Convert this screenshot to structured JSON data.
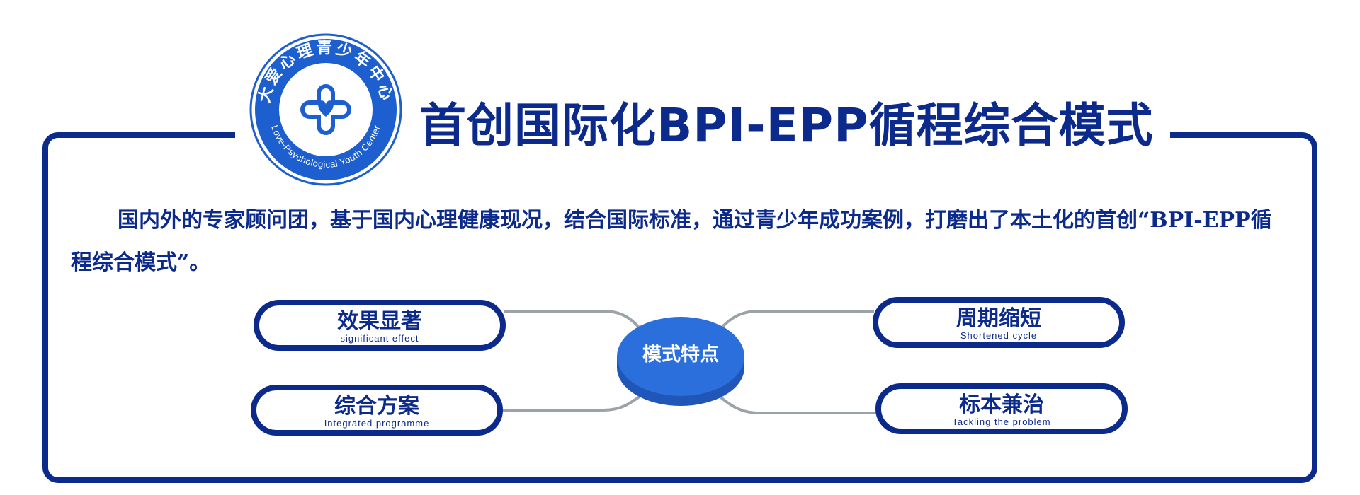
{
  "title": "首创国际化BPI-EPP循程综合模式",
  "logo": {
    "ring_text": "大爱心理青少年中心",
    "english_text": "Love-Psychological Youth Center"
  },
  "intro": "国内外的专家顾问团，基于国内心理健康现况，结合国际标准，通过青少年成功案例，打磨出了本土化的首创“BPI-EPP循程综合模式”。",
  "hub": {
    "label": "模式特点"
  },
  "features": [
    {
      "zh": "效果显著",
      "en": "significant effect"
    },
    {
      "zh": "综合方案",
      "en": "Integrated programme"
    },
    {
      "zh": "周期缩短",
      "en": "Shortened cycle"
    },
    {
      "zh": "标本兼治",
      "en": "Tackling the problem"
    }
  ],
  "colors": {
    "primary": "#0b2a8c",
    "hub_fill": "#2a6fdb",
    "hub_shadow": "#1f56b8",
    "connector": "#9aa4a8",
    "logo_fill": "#1e5fd0"
  }
}
